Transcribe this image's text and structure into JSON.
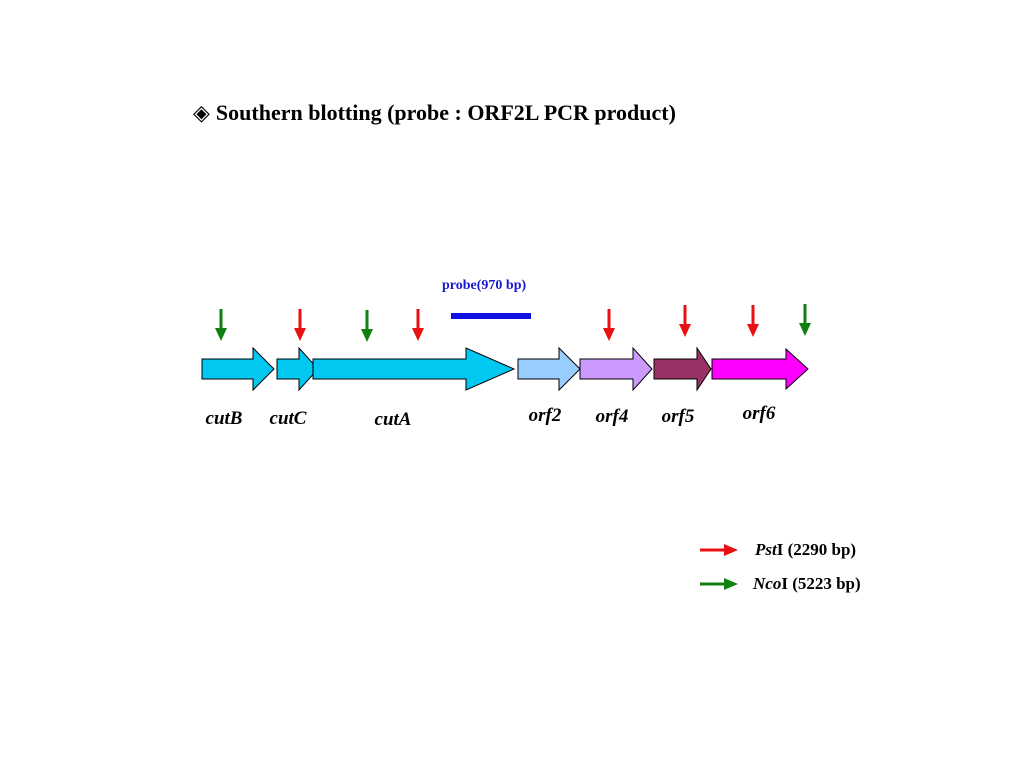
{
  "title": {
    "bullet": "◈",
    "text": "Southern blotting (probe : ORF2L PCR product)"
  },
  "probe": {
    "label": "probe(970 bp)",
    "color": "#1010e0"
  },
  "genes": [
    {
      "name": "cutB",
      "color": "#00c8f0"
    },
    {
      "name": "cutC",
      "color": "#00c8f0"
    },
    {
      "name": "cutA",
      "color": "#00c8f0"
    },
    {
      "name": "orf2",
      "color": "#99ccff"
    },
    {
      "name": "orf4",
      "color": "#cc99ff"
    },
    {
      "name": "orf5",
      "color": "#993366"
    },
    {
      "name": "orf6",
      "color": "#ff00ff"
    }
  ],
  "sites": [
    {
      "enzyme": "NcoI",
      "color": "#108010"
    },
    {
      "enzyme": "PstI",
      "color": "#e81010"
    },
    {
      "enzyme": "NcoI",
      "color": "#108010"
    },
    {
      "enzyme": "PstI",
      "color": "#e81010"
    },
    {
      "enzyme": "PstI",
      "color": "#e81010"
    },
    {
      "enzyme": "PstI",
      "color": "#e81010"
    },
    {
      "enzyme": "PstI",
      "color": "#e81010"
    },
    {
      "enzyme": "NcoI",
      "color": "#108010"
    }
  ],
  "legend": [
    {
      "italic": "Pst",
      "rest": "I (2290 bp)",
      "color": "#e81010",
      "icon": "right-arrow-icon"
    },
    {
      "italic": "Nco",
      "rest": "I (5223 bp)",
      "color": "#108010",
      "icon": "right-arrow-icon"
    }
  ]
}
